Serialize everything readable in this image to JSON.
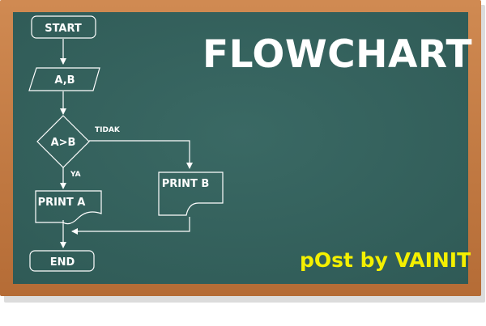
{
  "title": "FLOWCHART",
  "credit": "pOst by VAINIT",
  "nodes": {
    "start": "START",
    "input": "A,B",
    "decision": "A>B",
    "print_a": "PRINT A",
    "print_b": "PRINT B",
    "end": "END"
  },
  "edges": {
    "yes_label": "YA",
    "no_label": "TIDAK"
  },
  "colors": {
    "board": "#35615d",
    "frame": "#c07a44",
    "line": "#ffffff",
    "credit": "#f4f000"
  }
}
